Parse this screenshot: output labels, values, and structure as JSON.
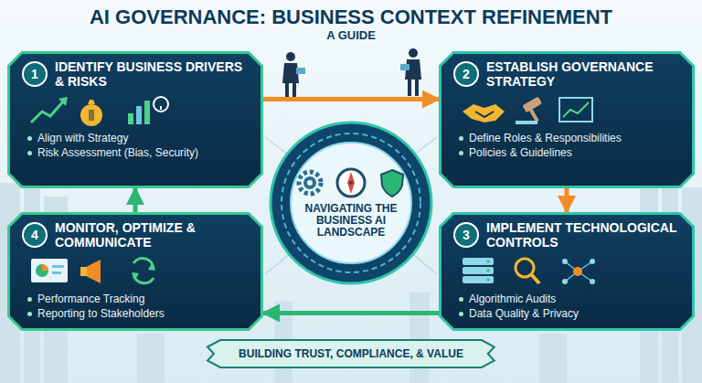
{
  "diagram": {
    "title": "AI GOVERNANCE: BUSINESS CONTEXT REFINEMENT",
    "nodes": [
      {
        "text": [
          "1",
          "IDENTIFY BUSINESS DRIVERS & RISKS",
          "Align with Strategy",
          "Risk Assessment (Bias, Security)"
        ]
      },
      {
        "text": [
          "2",
          "ESTABLISH GOVERNANCE STRATEGY",
          "Define Roles & Responsibilities",
          "Policies & Guidelines"
        ]
      },
      {
        "text": [
          "NAVIGATING THE BUSINESS AI LANDSCAPE"
        ]
      },
      {
        "text": [
          "4",
          "MONITOR, OPTIMIZE & COMMUNICATE",
          "Performance Tracking",
          "Reporting to Stakeholders"
        ]
      },
      {
        "text": [
          "3",
          "IMPLEMENT TECHNOLOGICAL CONTROLS",
          "Algorithmic Audits",
          "Data Quality & Privacy"
        ]
      },
      {
        "text": [
          "BUILDING TRUST, COMPLIANCE, & VALUE"
        ]
      }
    ],
    "edges": [
      {
        "from": 0,
        "to": 1,
        "arrow": "to"
      },
      {
        "from": 1,
        "to": 4,
        "arrow": "to"
      },
      {
        "from": 4,
        "to": 3,
        "arrow": "to"
      },
      {
        "from": 3,
        "to": 0,
        "arrow": "to"
      }
    ],
    "labels": [
      "A GUIDE"
    ]
  }
}
